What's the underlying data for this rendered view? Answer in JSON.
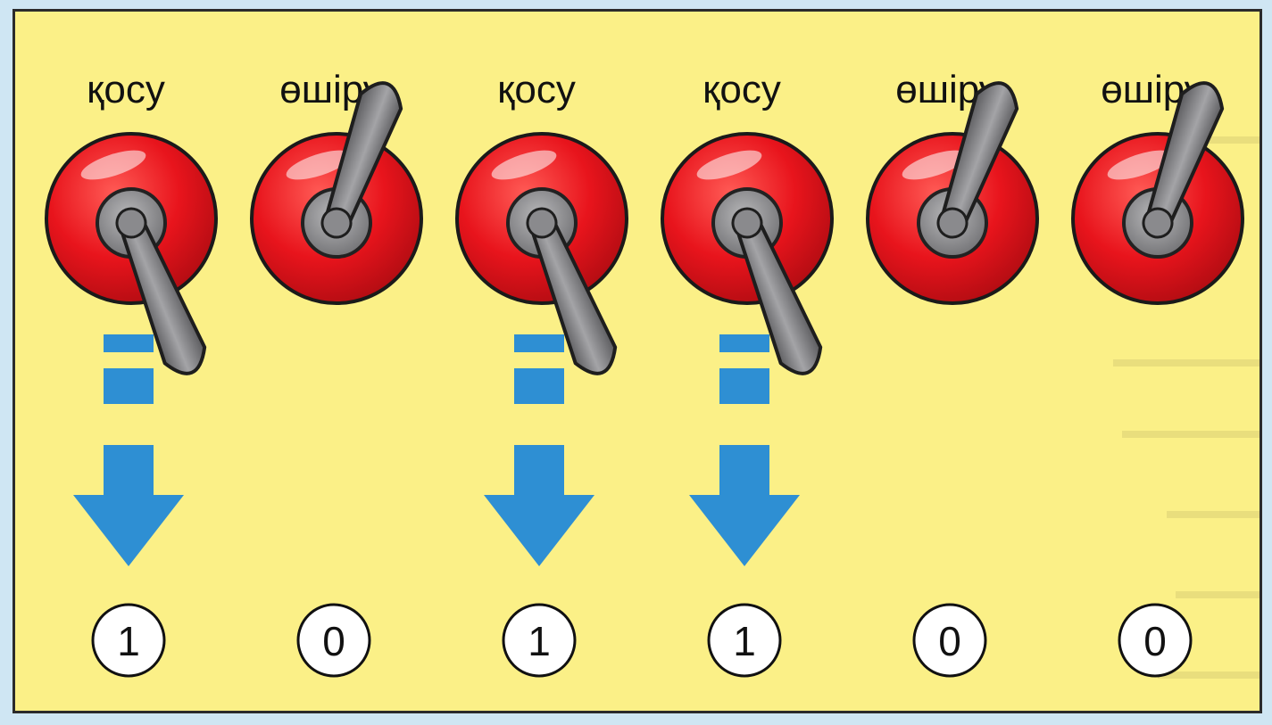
{
  "switches": [
    {
      "state_label": "қосу",
      "value": "1",
      "on": true
    },
    {
      "state_label": "өшіру",
      "value": "0",
      "on": false
    },
    {
      "state_label": "қосу",
      "value": "1",
      "on": true
    },
    {
      "state_label": "қосу",
      "value": "1",
      "on": true
    },
    {
      "state_label": "өшіру",
      "value": "0",
      "on": false
    },
    {
      "state_label": "өшіру",
      "value": "0",
      "on": false
    }
  ],
  "colors": {
    "background": "#fbf087",
    "switch_base": "#e8141c",
    "lever": "#7d7d80",
    "arrow": "#2e8fd3"
  },
  "icons": [
    "toggle-switch-icon",
    "down-arrow-icon"
  ]
}
